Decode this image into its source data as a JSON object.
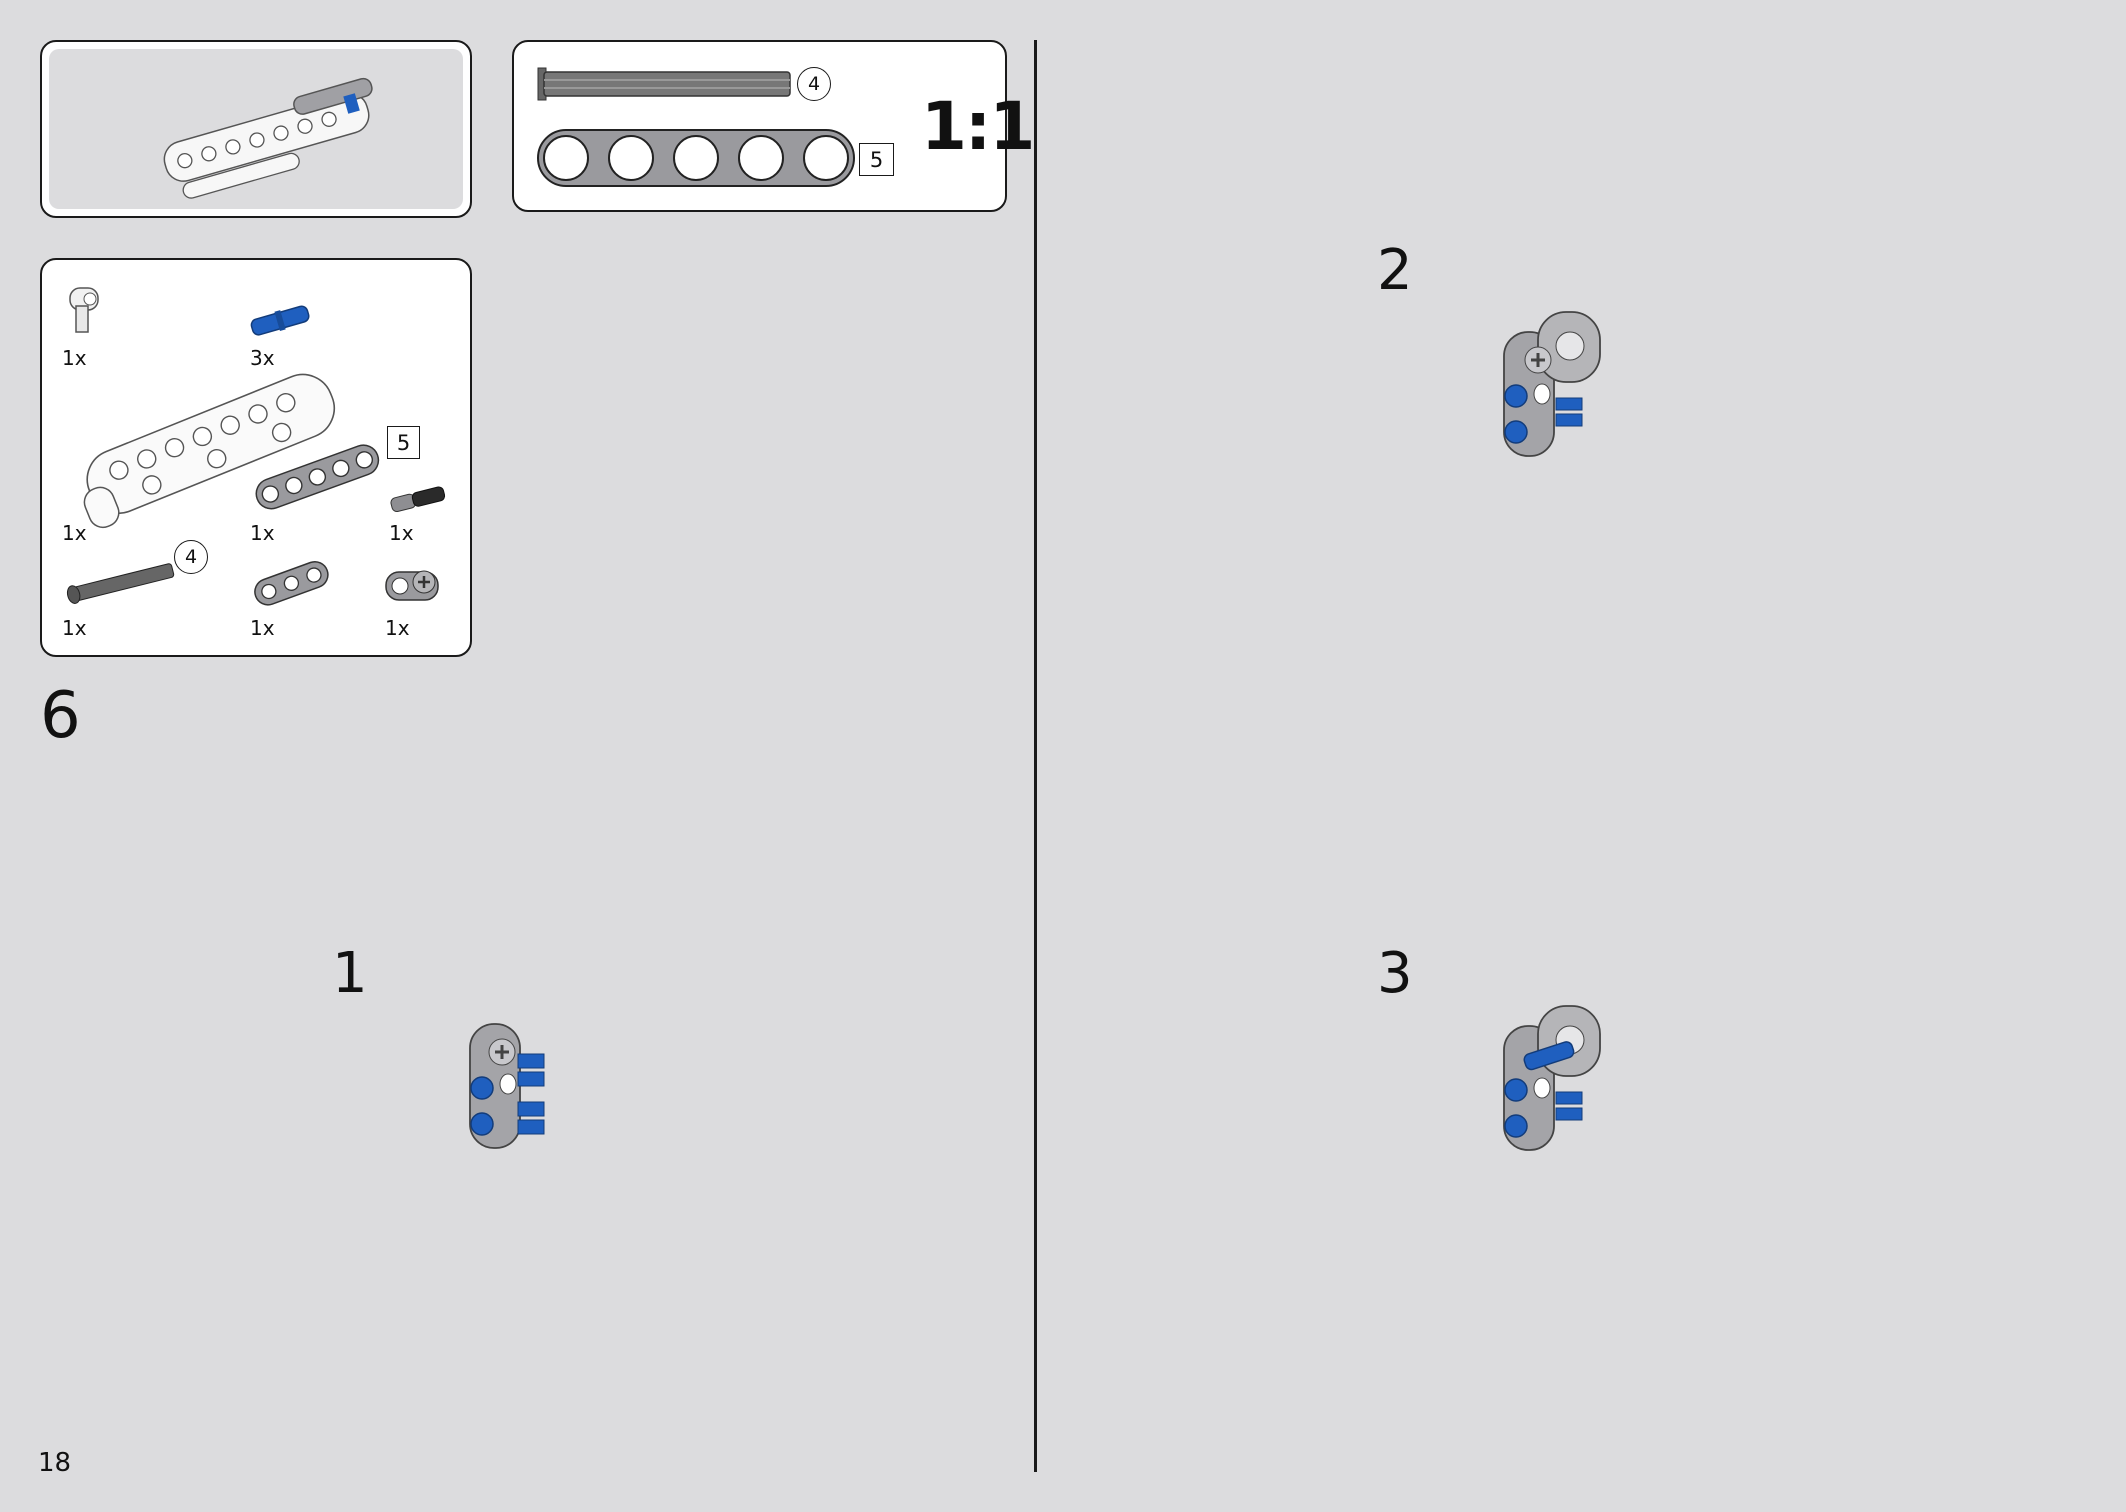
{
  "subassembly": {
    "parts": [
      {
        "qty": "1x"
      },
      {
        "qty": "3x"
      },
      {
        "qty": "1x"
      },
      {
        "qty": "1x"
      },
      {
        "qty": "1x"
      },
      {
        "qty": "1x"
      },
      {
        "qty": "1x"
      },
      {
        "qty": "1x"
      }
    ],
    "beam_length_label": "5",
    "axle_length_label": "4"
  },
  "scale_panel": {
    "axle_length_label": "4",
    "beam_length_label": "5",
    "scale_label": "1:1"
  },
  "main_step_number": "6",
  "substeps": [
    {
      "number": "1"
    },
    {
      "number": "2"
    },
    {
      "number": "3"
    }
  ],
  "page_number": "18",
  "colors": {
    "background": "#dcdcde",
    "panel_inner": "#ffffff",
    "brick_blue": "#1f5fbf",
    "brick_gray": "#a0a0a4",
    "brick_white": "#f7f7f7"
  }
}
